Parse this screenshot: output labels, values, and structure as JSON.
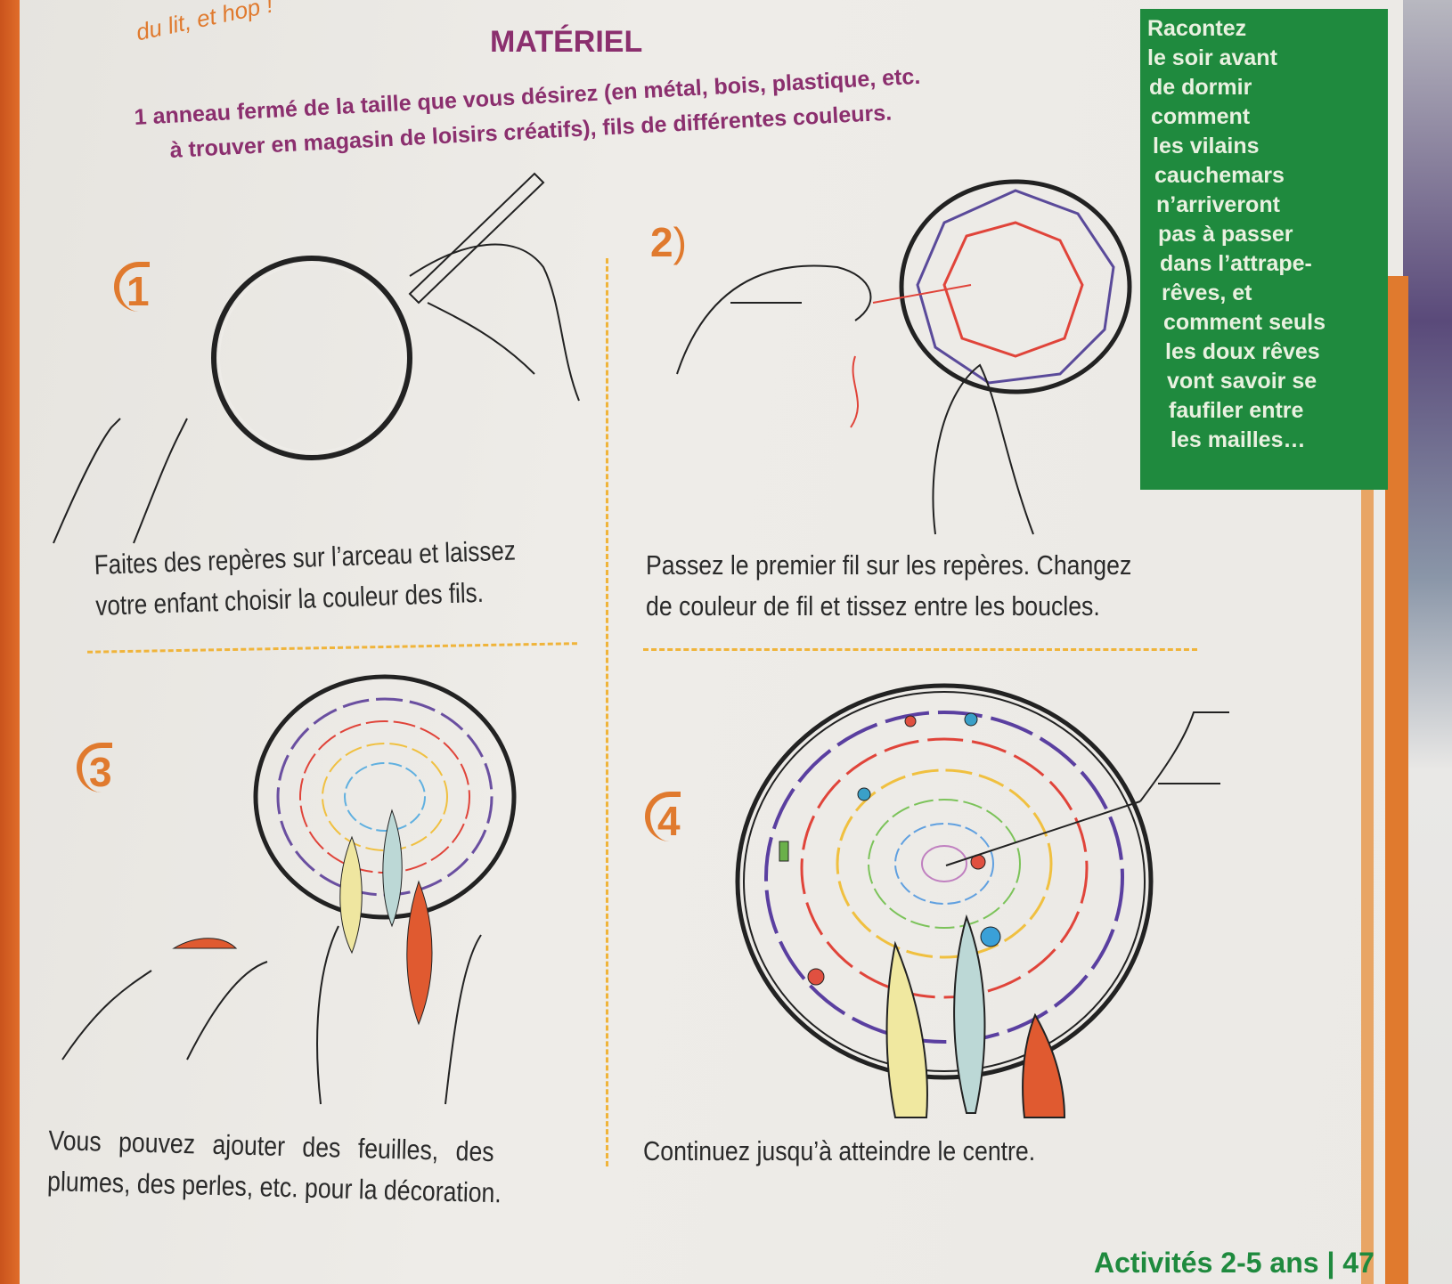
{
  "top_note": "du lit, et hop !",
  "materiel": {
    "title": "MATÉRIEL",
    "line1": "1 anneau fermé de la taille que vous désirez (en métal, bois, plastique, etc.",
    "line2": "à trouver en magasin de loisirs créatifs), fils de différentes couleurs."
  },
  "sidebar": {
    "lines": [
      "Racontez",
      "le soir avant",
      "de dormir",
      "comment",
      "les vilains",
      "cauchemars",
      "n’arriveront",
      "pas à passer",
      "dans l’attrape-",
      "rêves, et",
      "comment seuls",
      "les doux rêves",
      "vont savoir se",
      "faufiler entre",
      "les mailles…"
    ]
  },
  "steps": [
    {
      "number": "1",
      "caption": [
        "Faites des repères sur l’arceau et laissez",
        "votre enfant choisir la couleur des fils."
      ]
    },
    {
      "number": "2",
      "caption": [
        "Passez le premier fil sur les repères. Changez",
        "de couleur de fil et tissez entre les boucles."
      ]
    },
    {
      "number": "3",
      "caption": [
        "Vous pouvez ajouter des feuilles, des",
        "plumes, des perles, etc. pour la décoration."
      ]
    },
    {
      "number": "4",
      "caption": [
        "Continuez jusqu’à atteindre le centre."
      ]
    }
  ],
  "footer": {
    "section": "Activités 2-5 ans",
    "separator": "|",
    "page": "47"
  },
  "colors": {
    "accent_orange": "#e07a2e",
    "title_purple": "#8b2f6e",
    "green_box": "#1f8a3e",
    "dash": "#f0b43a"
  }
}
